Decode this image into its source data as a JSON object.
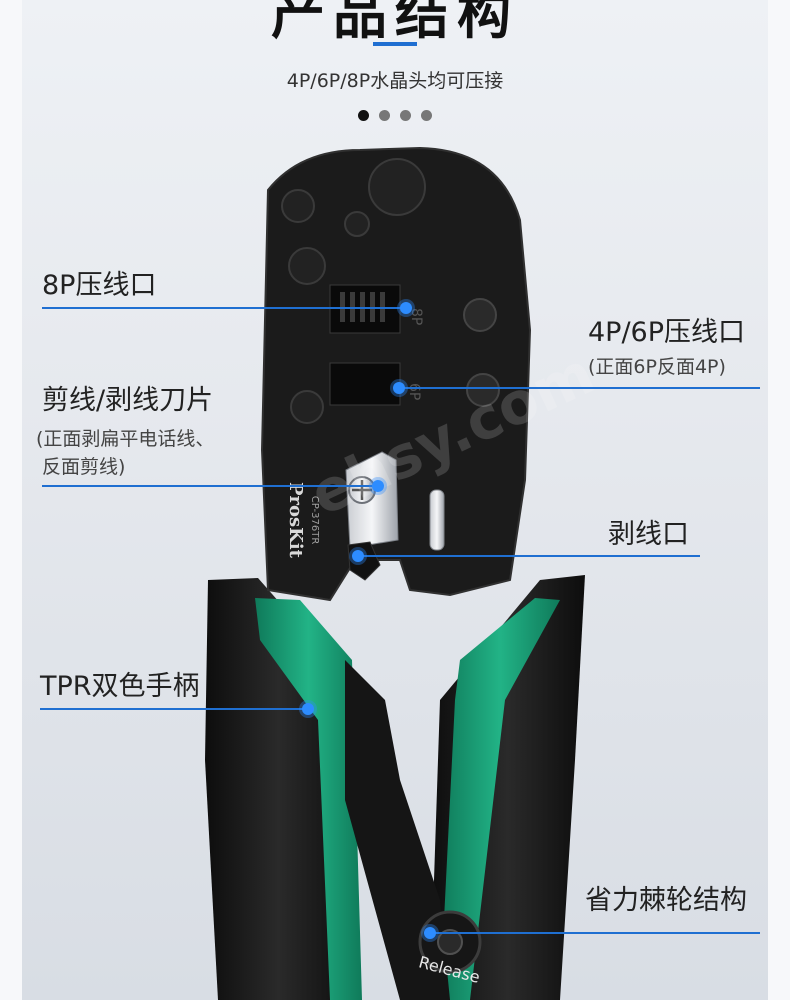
{
  "header": {
    "title": "产品结构",
    "subtitle": "4P/6P/8P水晶头均可压接"
  },
  "carousel": {
    "count": 4,
    "active_index": 0
  },
  "tool": {
    "brand": "ProsKit",
    "model": "CP-376TR",
    "socket_top": "8P",
    "socket_bottom": "6P",
    "release_text": "Release"
  },
  "labels": {
    "crimp_8p": "8P压线口",
    "crimp_4p6p": "4P/6P压线口",
    "crimp_4p6p_note": "(正面6P反面4P)",
    "blade": "剪线/剥线刀片",
    "blade_note_1": "(正面剥扁平电话线、",
    "blade_note_2": "反面剪线)",
    "strip": "剥线口",
    "handle": "TPR双色手柄",
    "ratchet": "省力棘轮结构"
  },
  "colors": {
    "accent": "#1f6fd1",
    "handle_green": "#1aa37a",
    "tool_black": "#1a1a1a"
  }
}
